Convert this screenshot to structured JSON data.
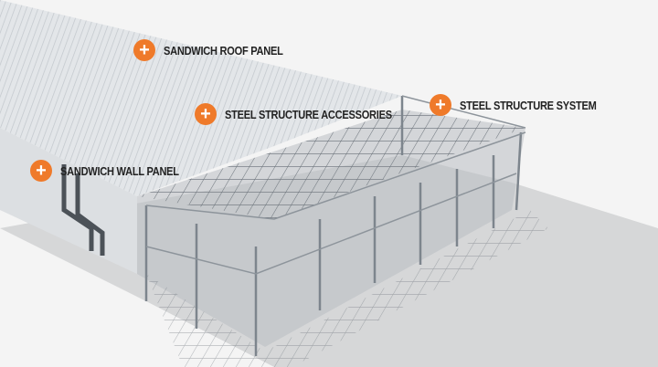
{
  "callouts": [
    {
      "label": "SANDWICH ROOF PANEL",
      "icon": "plus-icon"
    },
    {
      "label": "STEEL STRUCTURE ACCESSORIES",
      "icon": "plus-icon"
    },
    {
      "label": "STEEL STRUCTURE SYSTEM",
      "icon": "plus-icon"
    },
    {
      "label": "SANDWICH WALL PANEL",
      "icon": "plus-icon"
    }
  ],
  "colors": {
    "accent": "#ef7a2a"
  }
}
